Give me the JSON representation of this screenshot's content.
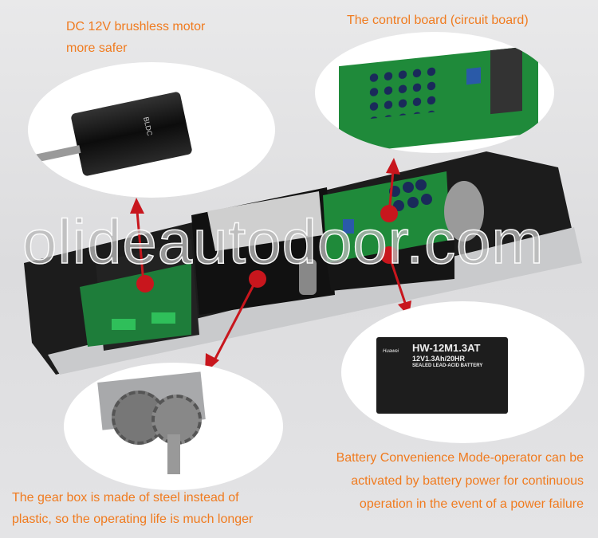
{
  "captions": {
    "motor": [
      "DC 12V brushless motor",
      "more safer"
    ],
    "control_board": "The control board (circuit board)",
    "battery": [
      "Battery Convenience Mode-operator can be",
      "activated by battery power for continuous",
      "operation in the event of a power failure"
    ],
    "gearbox": [
      "The gear box is made of steel instead of",
      "plastic, so the operating life is much longer"
    ]
  },
  "watermark": "olideautodoor.com",
  "motor_label": "BLDC",
  "battery_label": {
    "brand": "Huawei",
    "model": "HW-12M1.3AT",
    "rating": "12V1.3Ah/20HR",
    "type": "SEALED LEAD-ACID BATTERY"
  },
  "colors": {
    "caption": "#f07b1f",
    "arrow": "#c8161d",
    "pcb": "#1f8a3a"
  }
}
